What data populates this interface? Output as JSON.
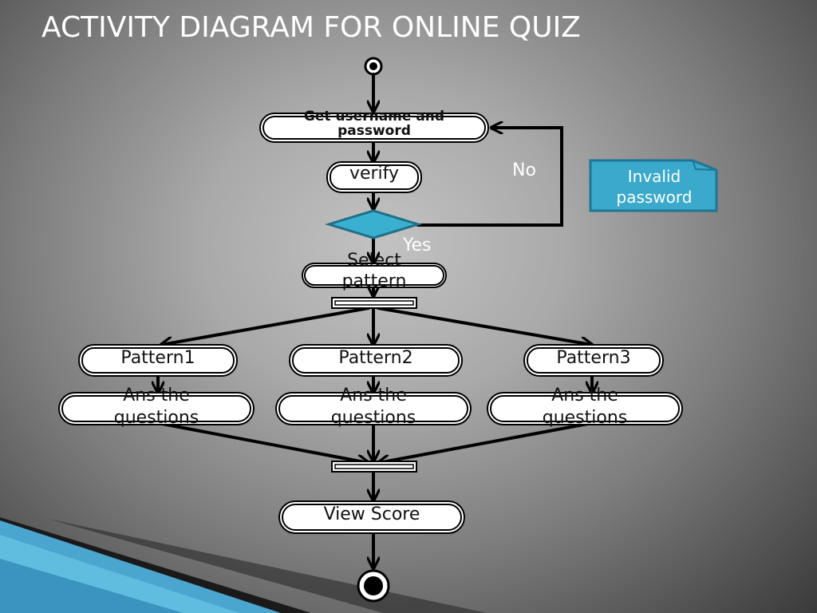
{
  "title": "ACTIVITY DIAGRAM FOR ONLINE QUIZ",
  "nodes": {
    "login": "Get username and password",
    "verify": "verify",
    "select_pattern": "Select pattern",
    "pattern1": "Pattern1",
    "pattern2": "Pattern2",
    "pattern3": "Pattern3",
    "answer1": "Ans the questions",
    "answer2": "Ans the questions",
    "answer3": "Ans the questions",
    "view_score": "View Score"
  },
  "edges": {
    "no_label": "No",
    "yes_label": "Yes"
  },
  "note": {
    "text": "Invalid password"
  },
  "colors": {
    "background": "#a9a9a9",
    "node_fill": "#ffffff",
    "decision_fill": "#3ab0d0",
    "note_fill": "#3aa9cc",
    "stroke": "#000000"
  }
}
